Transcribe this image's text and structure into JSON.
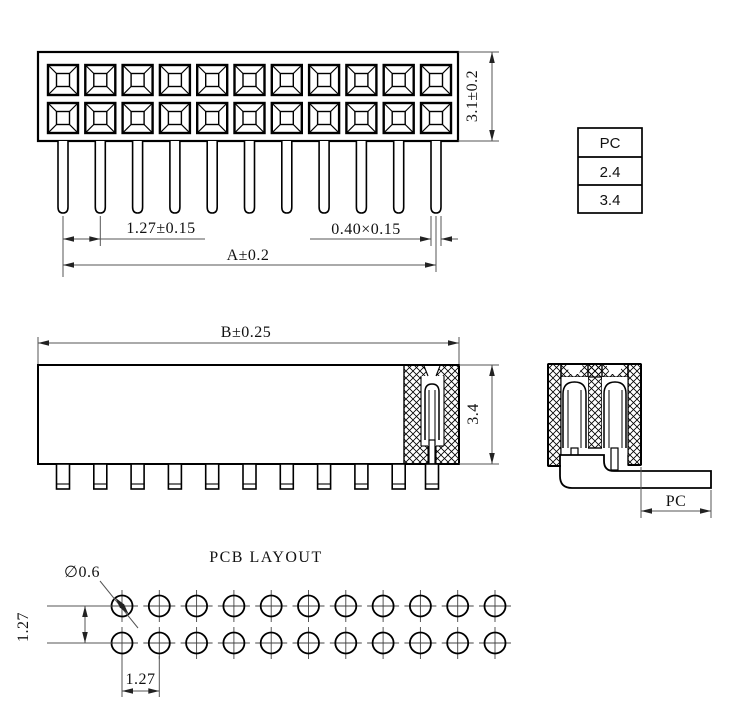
{
  "drawing": {
    "top_view": {
      "columns": 11,
      "rows": 2,
      "pitch_dim": "1.27±0.15",
      "overall_width_dim": "A±0.2",
      "pin_section_dim": "0.40×0.15",
      "body_height_dim": "3.1±0.2"
    },
    "pc_table": {
      "header": "PC",
      "values": [
        "2.4",
        "3.4"
      ]
    },
    "front_view": {
      "overall_length_dim": "B±0.25",
      "body_height_dim": "3.4"
    },
    "section_view": {
      "lead_length_dim": "PC"
    },
    "pcb_layout": {
      "title": "PCB LAYOUT",
      "columns": 11,
      "rows": 2,
      "hole_diameter_dim": "∅0.6",
      "row_pitch_dim": "1.27",
      "column_pitch_dim": "1.27"
    }
  }
}
